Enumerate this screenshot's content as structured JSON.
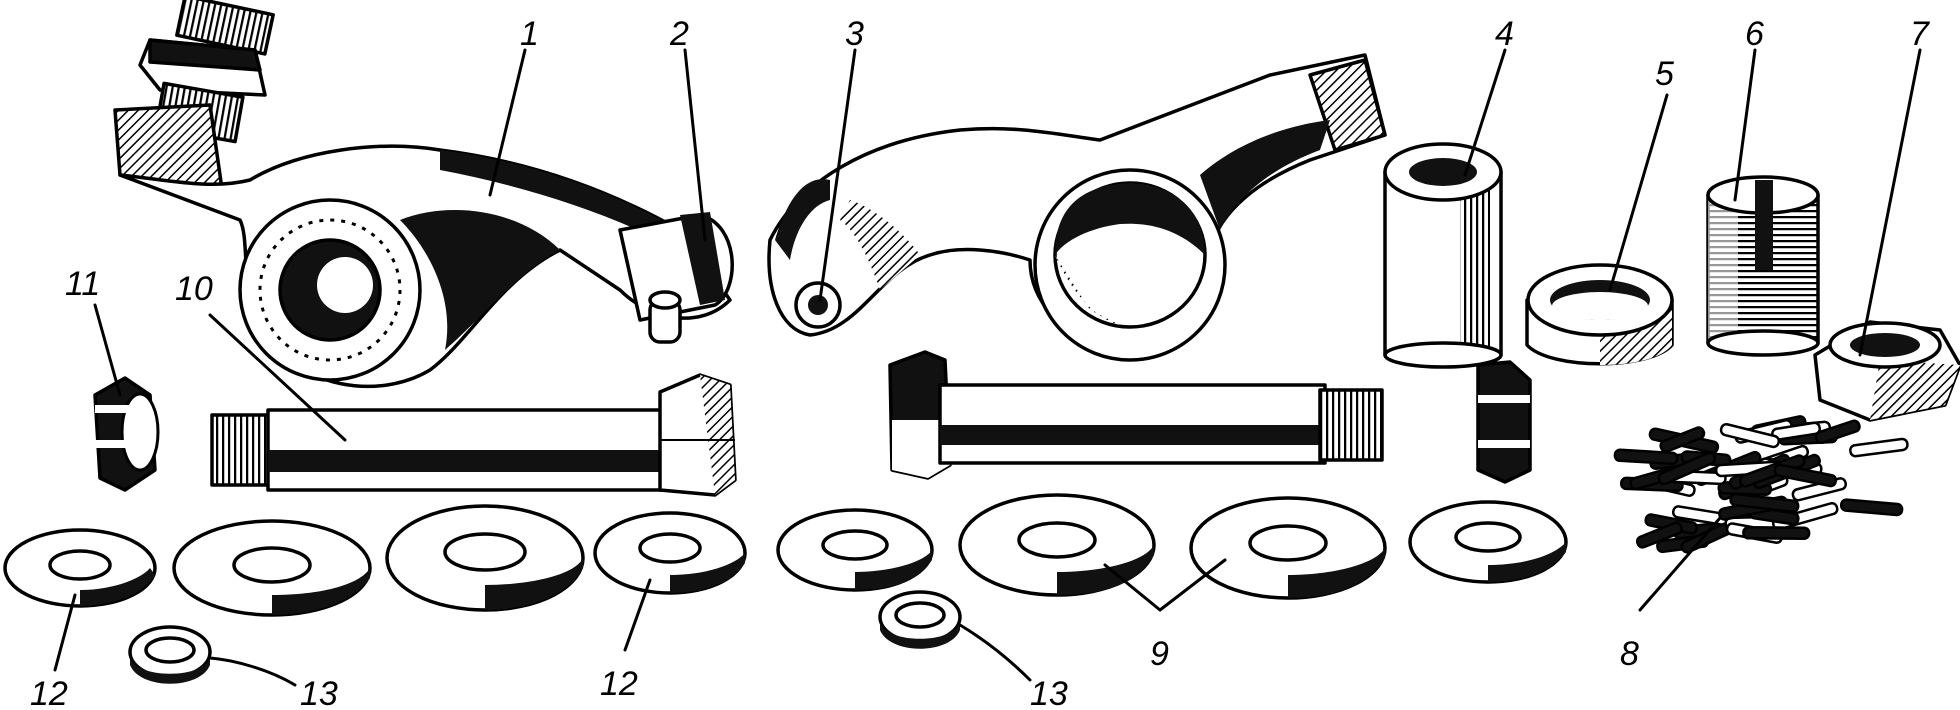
{
  "labels": {
    "l1": "1",
    "l2": "2",
    "l3": "3",
    "l4": "4",
    "l5": "5",
    "l6": "6",
    "l7": "7",
    "l8": "8",
    "l9": "9",
    "l10": "10",
    "l11": "11",
    "l12a": "12",
    "l12b": "12",
    "l13a": "13",
    "l13b": "13"
  },
  "colors": {
    "ink": "#000000",
    "paper": "#ffffff"
  }
}
